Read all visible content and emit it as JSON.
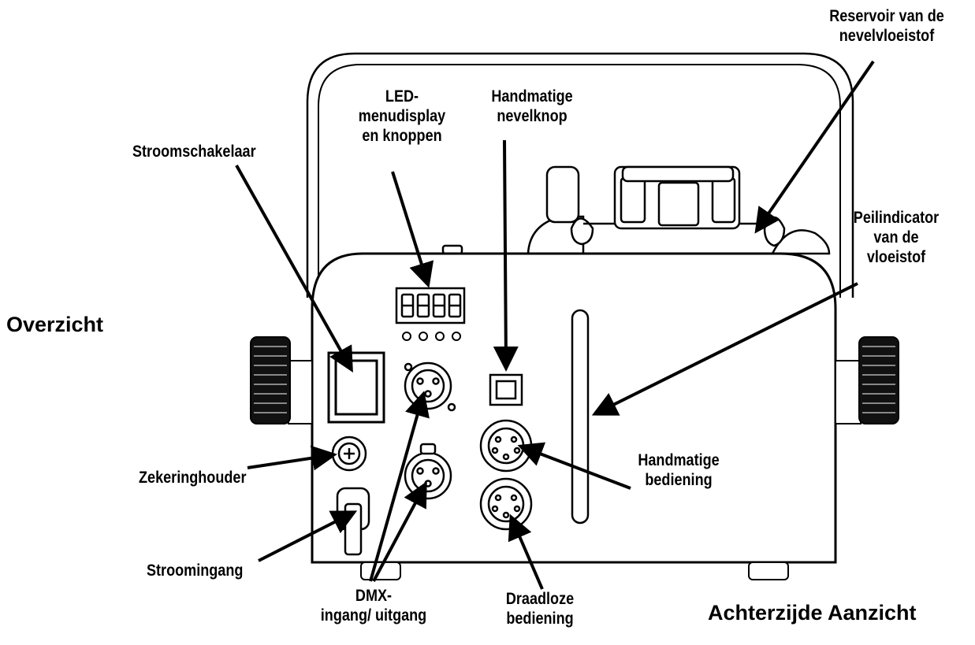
{
  "title_left": "Overzicht",
  "title_right": "Achterzijde Aanzicht",
  "labels": {
    "power_switch": "Stroomschakelaar",
    "led_display": [
      "LED-",
      "menudisplay",
      "en knoppen"
    ],
    "manual_fog_button": [
      "Handmatige",
      "nevelknop"
    ],
    "fluid_reservoir": [
      "Reservoir van de",
      "nevelvloeistof"
    ],
    "fluid_level_indicator": [
      "Peilindicator",
      "van de",
      "vloeistof"
    ],
    "fuse_holder": "Zekeringhouder",
    "power_input": "Stroomingang",
    "dmx_in_out": [
      "DMX-",
      "ingang/ uitgang"
    ],
    "wireless_remote": [
      "Draadloze",
      "bediening"
    ],
    "manual_remote": [
      "Handmatige",
      "bediening"
    ]
  },
  "colors": {
    "line": "#000000",
    "background": "#ffffff"
  }
}
